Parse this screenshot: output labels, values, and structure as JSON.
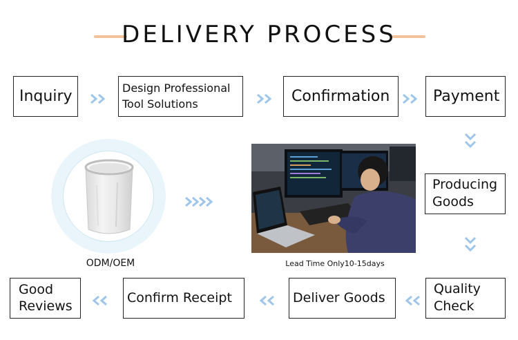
{
  "title": "DELIVERY PROCESS",
  "steps": {
    "inquiry": "Inquiry",
    "design_line1": "Design Professional",
    "design_line2": "Tool Solutions",
    "confirmation": "Confirmation",
    "payment": "Payment",
    "producing_line1": "Producing",
    "producing_line2": "Goods",
    "quality_line1": "Quality",
    "quality_line2": "Check",
    "deliver": "Deliver Goods",
    "confirm_receipt": "Confirm Receipt",
    "reviews_line1": "Good",
    "reviews_line2": "Reviews"
  },
  "captions": {
    "odm": "ODM/OEM",
    "lead_time": "Lead Time Only10-15days"
  },
  "colors": {
    "accent_line": "#f2c39b",
    "arrow_blue": "#9ec5ea",
    "circle_bg": "#eaf5fb",
    "border": "#222222"
  },
  "icons": {
    "arrow": "double-chevron-arrow-icon",
    "product": "filter-bag-image",
    "photo": "developer-at-computer-photo"
  }
}
